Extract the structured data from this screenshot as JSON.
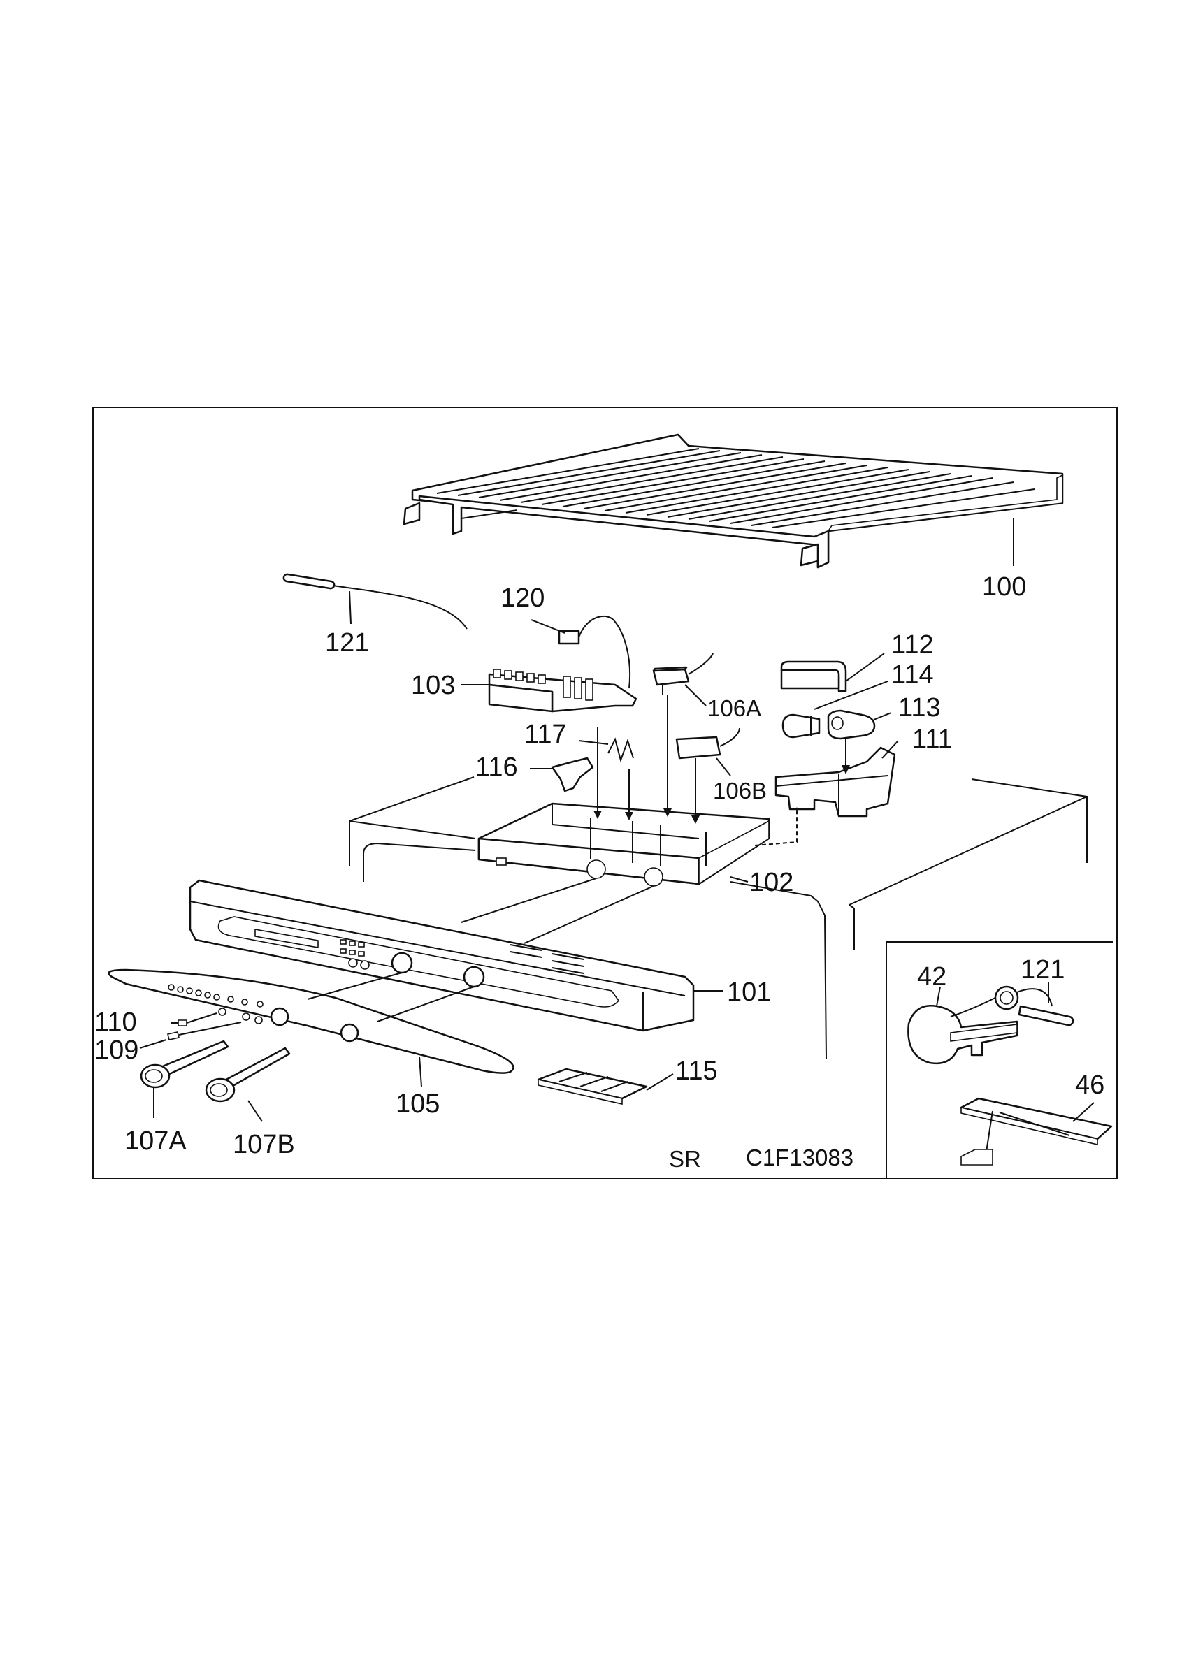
{
  "labels": {
    "p100": "100",
    "p120": "120",
    "p121": "121",
    "p103": "103",
    "p106a": "106A",
    "p106b": "106B",
    "p112": "112",
    "p114": "114",
    "p113": "113",
    "p111": "111",
    "p117": "117",
    "p116": "116",
    "p102": "102",
    "p101": "101",
    "p110": "110",
    "p109": "109",
    "p115": "115",
    "p105": "105",
    "p107a": "107A",
    "p107b": "107B",
    "inset42": "42",
    "inset121": "121",
    "inset46": "46"
  },
  "footer": {
    "code_left": "SR",
    "code_right": "C1F13083"
  }
}
